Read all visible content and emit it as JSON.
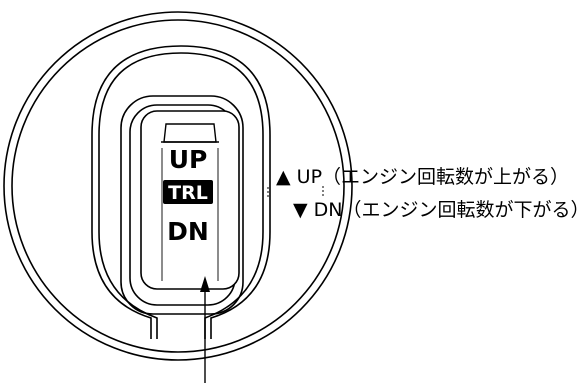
{
  "switch": {
    "up_label": "UP",
    "trl_label": "TRL",
    "dn_label": "DN"
  },
  "legend": {
    "up": {
      "symbol": "▲",
      "text": "UP（エンジン回転数が上がる）"
    },
    "dn": {
      "symbol": "▼",
      "text": "DN（エンジン回転数が下がる）"
    }
  },
  "colors": {
    "line": "#000000",
    "background": "#ffffff",
    "trl_badge": "#000000",
    "trl_text": "#ffffff"
  }
}
